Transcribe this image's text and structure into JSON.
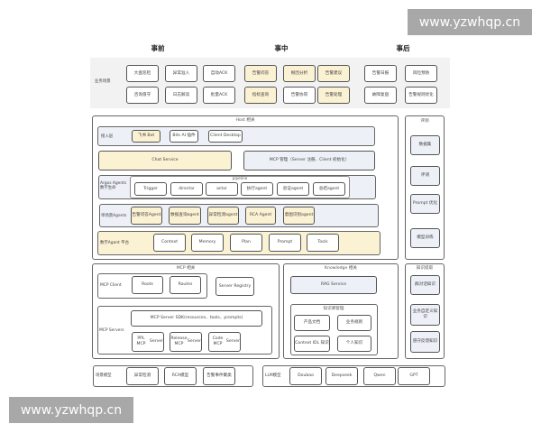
{
  "watermark": {
    "top_right": "www.yzwhqp.cn",
    "bottom_left": "www.yzwhqp.cn"
  },
  "phases": [
    "事前",
    "事中",
    "事后"
  ],
  "scenarios": {
    "label": "业务场景",
    "before": [
      [
        "大盘巡检",
        "异常准入",
        "自动ACK"
      ],
      [
        "咨询值守",
        "日志解读",
        "批量ACK"
      ]
    ],
    "during": [
      [
        "告警问答",
        "根因分析",
        "告警建议"
      ],
      [
        "指标查询",
        "告警协同",
        "告警处理"
      ]
    ],
    "after": [
      [
        "告警日报",
        "风险预防"
      ],
      [
        "故障复盘",
        "告警规则优化"
      ]
    ]
  },
  "host": {
    "title": "Host 相关",
    "access": {
      "label": "接入层",
      "items": [
        "飞书 Bot",
        "Bits AI 插件",
        "Client Desktop"
      ]
    },
    "chat_service": "Chat Service",
    "mcp_manage": "MCP 管理（Server 注册、Client 初始化）",
    "argos": {
      "label_line1": "Argos Agents",
      "label_line2": "数字生命",
      "pipeline": "pipeline",
      "items": [
        "Trigger",
        "director",
        "actor",
        "执行agent",
        "验证agent",
        "总结agent"
      ]
    },
    "single_task": {
      "label": "单场景Agents",
      "items": [
        "告警问答Agent",
        "数据查询agent",
        "异常检测agent",
        "RCA Agent",
        "意图识别agent"
      ]
    },
    "platform": {
      "label": "数字Agent 平台",
      "items": [
        "Context",
        "Memory",
        "Plan",
        "Prompt",
        "Tools"
      ]
    }
  },
  "evaluation": {
    "title": "评测",
    "items": [
      "数据集",
      "评测",
      "Prompt 优化",
      "模型训练"
    ]
  },
  "mcp": {
    "title": "MCP 相关",
    "client": {
      "label": "MCP Client",
      "items": [
        "Roots",
        "Routes"
      ]
    },
    "registry": "Server Registry",
    "servers": {
      "label": "MCP Servers",
      "sdk_line1": "MCP Server SDK",
      "sdk_line2": "(resources、tools、prompts)",
      "items": [
        [
          "PPL MCP",
          "Server"
        ],
        [
          "Release MCP",
          "Server"
        ],
        [
          "Code MCP",
          "Server"
        ]
      ]
    }
  },
  "knowledge": {
    "title": "Knowledge 相关",
    "rag": "RAG Service",
    "kb_title": "知识库管理",
    "kb_items": [
      "产品文档",
      "业务规则",
      "Context IDL 知识",
      "个人知识"
    ]
  },
  "extraction": {
    "title": "知识提取",
    "items": [
      "群对话知识",
      "业务自定义知识",
      "值守反馈知识"
    ]
  },
  "scene_models": {
    "label": "场景模型",
    "items": [
      "异常检测",
      "RCA模型",
      "告警事件聚类"
    ]
  },
  "llm_models": {
    "label": "LLM模型",
    "items": [
      "Doubao",
      "Deepseek",
      "Qwen",
      "GPT"
    ]
  }
}
